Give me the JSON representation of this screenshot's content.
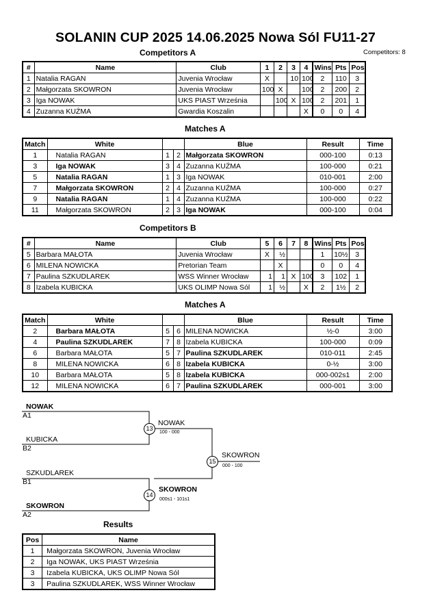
{
  "title": "SOLANIN CUP 2025  14.06.2025  Nowa Sól   FU11-27",
  "competitors_count": "Competitors: 8",
  "groupA": {
    "heading": "Competitors A",
    "headers": [
      "#",
      "Name",
      "Club",
      "1",
      "2",
      "3",
      "4",
      "Wins",
      "Pts",
      "Pos"
    ],
    "rows": [
      [
        "1",
        "Natalia RAGAN",
        "Juvenia Wrocław",
        "X",
        "",
        "10",
        "100",
        "2",
        "110",
        "3"
      ],
      [
        "2",
        "Małgorzata SKOWRON",
        "Juvenia Wrocław",
        "100",
        "X",
        "",
        "100",
        "2",
        "200",
        "2"
      ],
      [
        "3",
        "Iga NOWAK",
        "UKS PIAST Września",
        "",
        "100",
        "X",
        "100",
        "2",
        "201",
        "1"
      ],
      [
        "4",
        "Zuzanna KUŹMA",
        "Gwardia Koszalin",
        "",
        "",
        "",
        "X",
        "0",
        "0",
        "4"
      ]
    ]
  },
  "matchesA": {
    "heading": "Matches A",
    "headers": [
      "Match",
      "White",
      "Blue",
      "Result",
      "Time"
    ],
    "rows": [
      {
        "match": "1",
        "white": "Natalia RAGAN",
        "w_bold": false,
        "wn": "1",
        "bn": "2",
        "blue": "Małgorzata SKOWRON",
        "b_bold": true,
        "result": "000-100",
        "time": "0:13"
      },
      {
        "match": "3",
        "white": "Iga NOWAK",
        "w_bold": true,
        "wn": "3",
        "bn": "4",
        "blue": "Zuzanna KUŹMA",
        "b_bold": false,
        "result": "100-000",
        "time": "0:21"
      },
      {
        "match": "5",
        "white": "Natalia RAGAN",
        "w_bold": true,
        "wn": "1",
        "bn": "3",
        "blue": "Iga NOWAK",
        "b_bold": false,
        "result": "010-001",
        "time": "2:00"
      },
      {
        "match": "7",
        "white": "Małgorzata SKOWRON",
        "w_bold": true,
        "wn": "2",
        "bn": "4",
        "blue": "Zuzanna KUŹMA",
        "b_bold": false,
        "result": "100-000",
        "time": "0:27"
      },
      {
        "match": "9",
        "white": "Natalia RAGAN",
        "w_bold": true,
        "wn": "1",
        "bn": "4",
        "blue": "Zuzanna KUŹMA",
        "b_bold": false,
        "result": "100-000",
        "time": "0:22"
      },
      {
        "match": "11",
        "white": "Małgorzata SKOWRON",
        "w_bold": false,
        "wn": "2",
        "bn": "3",
        "blue": "Iga NOWAK",
        "b_bold": true,
        "result": "000-100",
        "time": "0:04"
      }
    ]
  },
  "groupB": {
    "heading": "Competitors B",
    "headers": [
      "#",
      "Name",
      "Club",
      "5",
      "6",
      "7",
      "8",
      "Wins",
      "Pts",
      "Pos"
    ],
    "rows": [
      [
        "5",
        "Barbara MAŁOTA",
        "Juvenia Wrocław",
        "X",
        "½",
        "",
        "",
        "1",
        "10½",
        "3"
      ],
      [
        "6",
        "MILENA NOWICKA",
        "Pretorian Team",
        "",
        "X",
        "",
        "",
        "0",
        "0",
        "4"
      ],
      [
        "7",
        "Paulina SZKUDLAREK",
        "WSS Winner Wrocław",
        "1",
        "1",
        "X",
        "100",
        "3",
        "102",
        "1"
      ],
      [
        "8",
        "Izabela KUBICKA",
        "UKS OLIMP Nowa Sól",
        "1",
        "½",
        "",
        "X",
        "2",
        "1½",
        "2"
      ]
    ]
  },
  "matchesB": {
    "heading": "Matches A",
    "headers": [
      "Match",
      "White",
      "Blue",
      "Result",
      "Time"
    ],
    "rows": [
      {
        "match": "2",
        "white": "Barbara MAŁOTA",
        "w_bold": true,
        "wn": "5",
        "bn": "6",
        "blue": "MILENA NOWICKA",
        "b_bold": false,
        "result": "½-0",
        "time": "3:00"
      },
      {
        "match": "4",
        "white": "Paulina SZKUDLAREK",
        "w_bold": true,
        "wn": "7",
        "bn": "8",
        "blue": "Izabela KUBICKA",
        "b_bold": false,
        "result": "100-000",
        "time": "0:09"
      },
      {
        "match": "6",
        "white": "Barbara MAŁOTA",
        "w_bold": false,
        "wn": "5",
        "bn": "7",
        "blue": "Paulina SZKUDLAREK",
        "b_bold": true,
        "result": "010-011",
        "time": "2:45"
      },
      {
        "match": "8",
        "white": "MILENA NOWICKA",
        "w_bold": false,
        "wn": "6",
        "bn": "8",
        "blue": "Izabela KUBICKA",
        "b_bold": true,
        "result": "0-½",
        "time": "3:00"
      },
      {
        "match": "10",
        "white": "Barbara MAŁOTA",
        "w_bold": false,
        "wn": "5",
        "bn": "8",
        "blue": "Izabela KUBICKA",
        "b_bold": true,
        "result": "000-002s1",
        "time": "2:00"
      },
      {
        "match": "12",
        "white": "MILENA NOWICKA",
        "w_bold": false,
        "wn": "6",
        "bn": "7",
        "blue": "Paulina SZKUDLAREK",
        "b_bold": true,
        "result": "000-001",
        "time": "3:00"
      }
    ]
  },
  "bracket": {
    "top_white": "NOWAK",
    "top_white_seed": "A1",
    "top_blue": "KUBICKA",
    "top_blue_seed": "B2",
    "match13": "13",
    "winner13": "NOWAK",
    "score13": "100 - 000",
    "bottom_white": "SZKUDLAREK",
    "bottom_white_seed": "B1",
    "bottom_blue": "SKOWRON",
    "bottom_blue_seed": "A2",
    "match14": "14",
    "winner14": "SKOWRON",
    "score14": "000s1 - 101s1",
    "match15": "15",
    "winner15": "SKOWRON",
    "score15": "000 - 100"
  },
  "results": {
    "heading": "Results",
    "headers": [
      "Pos",
      "Name"
    ],
    "rows": [
      [
        "1",
        "Małgorzata SKOWRON, Juvenia Wrocław"
      ],
      [
        "2",
        "Iga NOWAK, UKS PIAST Września"
      ],
      [
        "3",
        "Izabela KUBICKA, UKS OLIMP Nowa Sól"
      ],
      [
        "3",
        "Paulina SZKUDLAREK, WSS Winner Wrocław"
      ]
    ]
  }
}
